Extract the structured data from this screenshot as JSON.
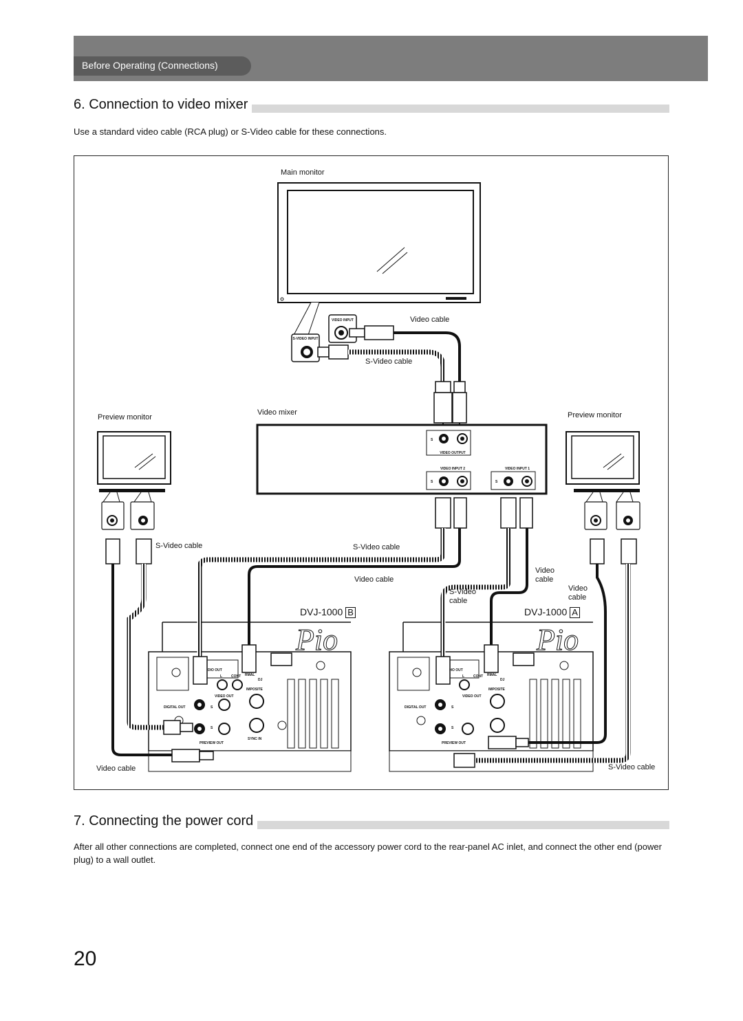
{
  "header": {
    "section_label": "Before Operating (Connections)"
  },
  "section6": {
    "title": "6. Connection to video mixer",
    "intro": "Use a standard video cable (RCA plug) or S-Video cable for these connections."
  },
  "diagram": {
    "main_monitor": "Main monitor",
    "video_mixer": "Video mixer",
    "preview_monitor_left": "Preview monitor",
    "preview_monitor_right": "Preview monitor",
    "video_cable_top": "Video cable",
    "svideo_cable_top": "S-Video cable",
    "svideo_cable_left": "S-Video cable",
    "svideo_cable_mid": "S-Video cable",
    "video_cable_mid": "Video cable",
    "video_cable_right_1_line1": "Video",
    "video_cable_right_1_line2": "cable",
    "svideo_cable_b_line1": "S-Video",
    "svideo_cable_b_line2": "cable",
    "video_cable_right_2_line1": "Video",
    "video_cable_right_2_line2": "cable",
    "dvj_b_name": "DVJ-1000",
    "dvj_b_unit": "B",
    "dvj_a_name": "DVJ-1000",
    "dvj_a_unit": "A",
    "video_cable_bottom_left": "Video cable",
    "svideo_cable_bottom_right": "S-Video cable",
    "panel": {
      "video_input": "VIDEO INPUT",
      "svideo_input": "S-VIDEO INPUT",
      "video_output": "VIDEO OUTPUT",
      "video_input_2": "VIDEO INPUT 2",
      "video_input_1": "VIDEO INPUT 1",
      "s": "S",
      "audio_out": "DIO OUT",
      "cont": "CONT",
      "normal": "RMAL",
      "dj": "DJ",
      "composite": "IMPOSITE",
      "video_out": "VIDEO OUT",
      "digital_out": "DIGITAL OUT",
      "preview_out": "PREVIEW OUT",
      "sync_in": "SYNC IN",
      "l": "L"
    }
  },
  "section7": {
    "title": "7. Connecting the power cord",
    "body": "After all other connections are completed, connect one end of the accessory power cord to the rear-panel AC inlet, and connect the other end (power plug) to a wall outlet."
  },
  "page_number": "20"
}
